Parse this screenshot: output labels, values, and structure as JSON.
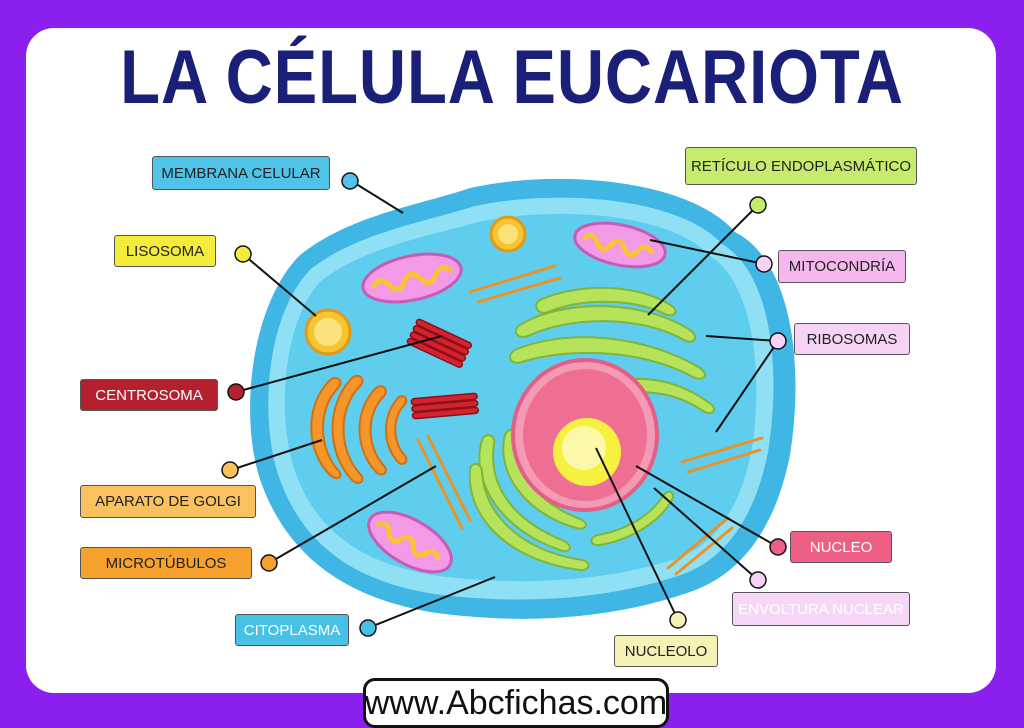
{
  "title": "LA CÉLULA EUCARIOTA",
  "footer": "www.Abcfichas.com",
  "labels": {
    "membrana": "MEMBRANA CELULAR",
    "lisosoma": "LISOSOMA",
    "centrosoma": "CENTROSOMA",
    "golgi": "APARATO DE GOLGI",
    "microtubulos": "MICROTÚBULOS",
    "citoplasma": "CITOPLASMA",
    "reticulo": "RETÍCULO ENDOPLASMÁTICO",
    "mitocondria": "MITOCONDRÍA",
    "ribosomas": "RIBOSOMAS",
    "nucleo": "NUCLEO",
    "envoltura": "ENVOLTURA NUCLEAR",
    "nucleolo": "NUCLEOLO"
  },
  "colors": {
    "background": "#8a1ff0",
    "title": "#1a1f78",
    "membrana": "#4fc3e8",
    "lisosoma": "#f3ec3a",
    "centrosoma": "#b5202e",
    "golgi": "#f9c25e",
    "microtubulos": "#f6a12e",
    "citoplasma": "#47c2e6",
    "reticulo": "#c6ec6d",
    "mitocondria": "#f4b8ef",
    "ribosomas": "#f6d2f4",
    "nucleo": "#ee5f86",
    "envoltura": "#f6d6f6",
    "nucleolo": "#f6f1b5"
  }
}
